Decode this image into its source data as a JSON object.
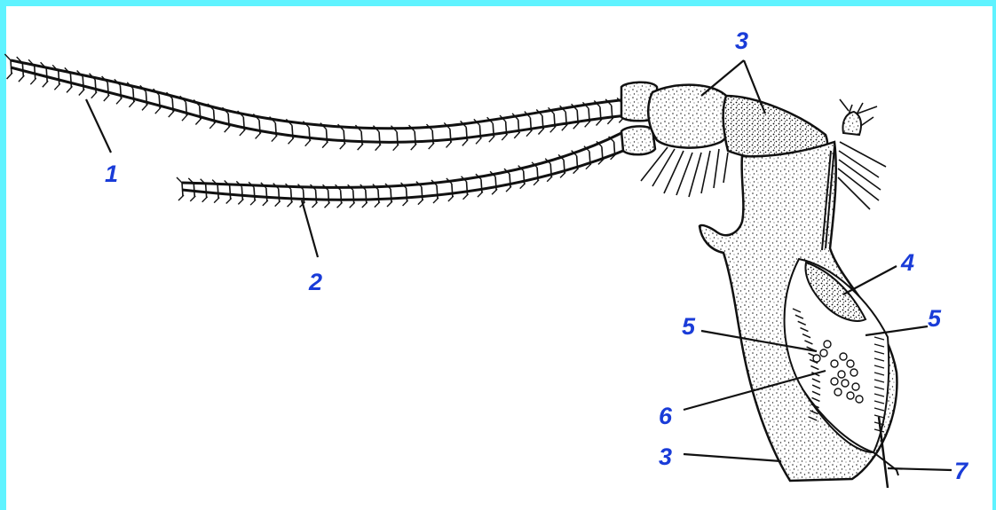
{
  "colors": {
    "frame": "#5ff3ff",
    "label": "#1a3cd8",
    "ink": "#111111"
  },
  "labels": {
    "l1": "1",
    "l2": "2",
    "l3_top": "3",
    "l3_bottom": "3",
    "l4": "4",
    "l5_left": "5",
    "l5_right": "5",
    "l6": "6",
    "l7": "7"
  }
}
